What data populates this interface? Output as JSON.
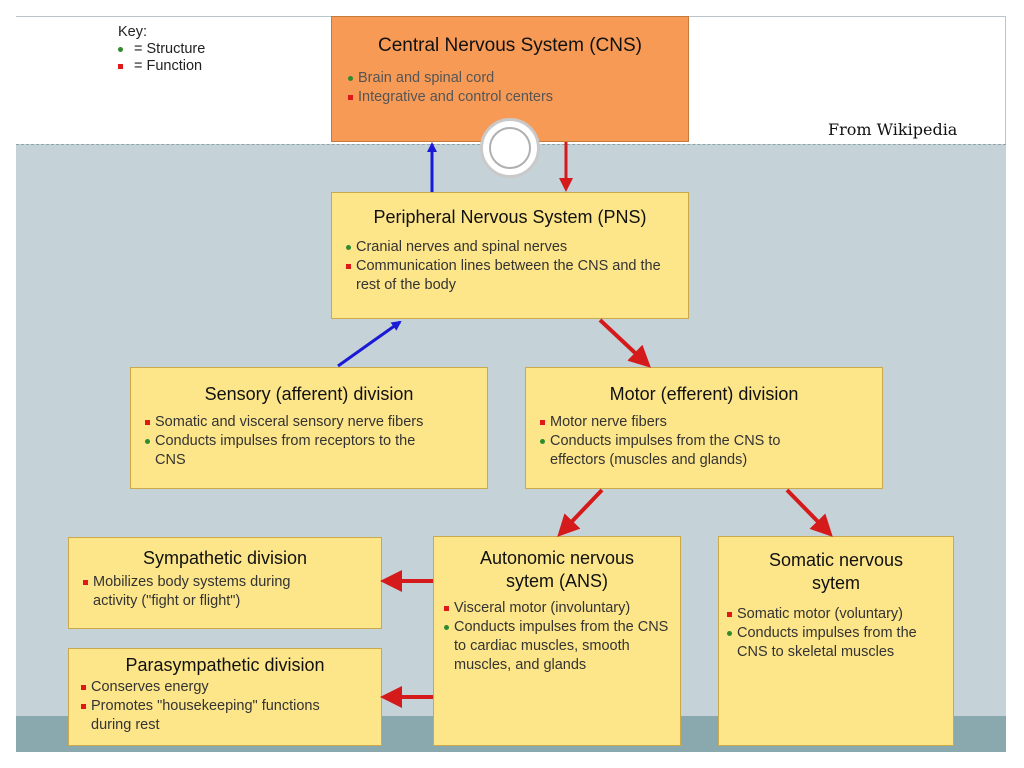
{
  "key": {
    "title": "Key:",
    "structure": "= Structure",
    "function": "= Function"
  },
  "credit": "From Wikipedia",
  "colors": {
    "structure": "#2e8b2e",
    "function": "#e01818",
    "arrow_blue": "#1a1ad6",
    "arrow_red": "#d41a1a",
    "box_fill": "#fde68a",
    "cns_fill": "#f79a56"
  },
  "boxes": {
    "cns": {
      "title": "Central Nervous System (CNS)",
      "items": [
        "Brain and spinal cord",
        "Integrative and control centers"
      ]
    },
    "pns": {
      "title": "Peripheral Nervous System (PNS)",
      "items": [
        "Cranial nerves and spinal nerves",
        "Communication lines between the CNS and the rest of the body"
      ]
    },
    "sensory": {
      "title": "Sensory (afferent) division",
      "items": [
        "Somatic and visceral sensory nerve fibers",
        "Conducts impulses from receptors to the CNS"
      ]
    },
    "motor": {
      "title": "Motor (efferent) division",
      "items": [
        "Motor nerve fibers",
        "Conducts impulses from the CNS to effectors (muscles and glands)"
      ]
    },
    "sympathetic": {
      "title": "Sympathetic division",
      "items": [
        "Mobilizes body systems during activity (\"fight or flight\")"
      ]
    },
    "parasympathetic": {
      "title": "Parasympathetic division",
      "items": [
        "Conserves energy",
        "Promotes \"housekeeping\" functions during rest"
      ]
    },
    "ans": {
      "title": "Autonomic nervous sytem (ANS)",
      "items": [
        "Visceral motor (involuntary)",
        "Conducts impulses from the CNS to cardiac muscles, smooth muscles, and glands"
      ]
    },
    "somatic": {
      "title": "Somatic nervous sytem",
      "items": [
        "Somatic motor (voluntary)",
        "Conducts impulses from the CNS to skeletal muscles"
      ]
    }
  }
}
